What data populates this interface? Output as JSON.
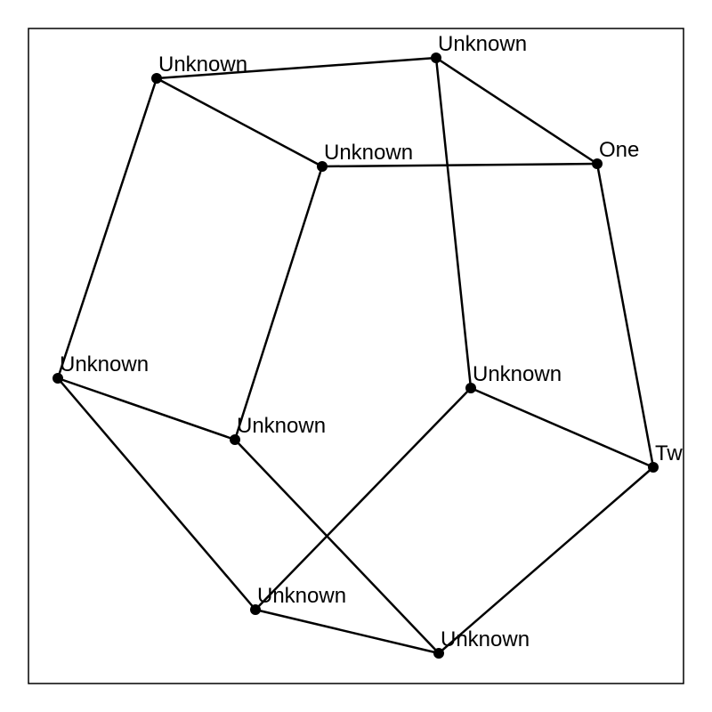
{
  "nodes": [
    {
      "id": "n0",
      "label": "Unknown"
    },
    {
      "id": "n1",
      "label": "Unknown"
    },
    {
      "id": "n2",
      "label": "Unknown"
    },
    {
      "id": "n3",
      "label": "One"
    },
    {
      "id": "n4",
      "label": "Unknown"
    },
    {
      "id": "n5",
      "label": "Unknown"
    },
    {
      "id": "n6",
      "label": "Unknown"
    },
    {
      "id": "n7",
      "label": "Tw"
    },
    {
      "id": "n8",
      "label": "Unknown"
    },
    {
      "id": "n9",
      "label": "Unknown"
    }
  ],
  "edges": [
    [
      "n0",
      "n1"
    ],
    [
      "n0",
      "n2"
    ],
    [
      "n0",
      "n4"
    ],
    [
      "n1",
      "n3"
    ],
    [
      "n1",
      "n6"
    ],
    [
      "n2",
      "n3"
    ],
    [
      "n2",
      "n5"
    ],
    [
      "n3",
      "n7"
    ],
    [
      "n4",
      "n5"
    ],
    [
      "n4",
      "n8"
    ],
    [
      "n5",
      "n9"
    ],
    [
      "n6",
      "n7"
    ],
    [
      "n6",
      "n8"
    ],
    [
      "n7",
      "n9"
    ],
    [
      "n8",
      "n9"
    ]
  ],
  "colors": {
    "edge": "#000000",
    "node": "#000000",
    "background": "#ffffff"
  }
}
